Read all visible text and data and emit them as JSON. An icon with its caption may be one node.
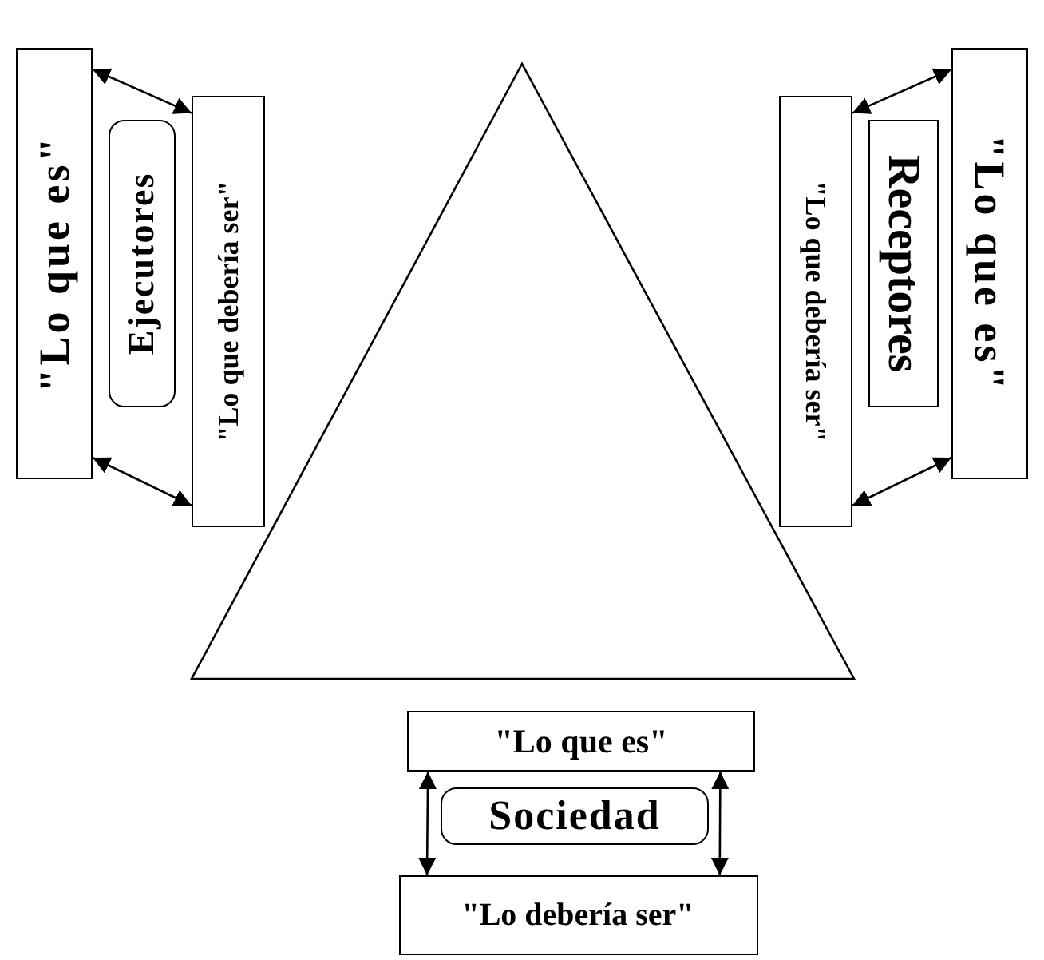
{
  "diagram": {
    "nodes": [
      {
        "text": [],
        "shape": "triangle"
      },
      {
        "text": [
          "\"Lo que es\""
        ]
      },
      {
        "text": [
          "Ejecutores"
        ]
      },
      {
        "text": [
          "\"Lo que debería ser\""
        ]
      },
      {
        "text": [
          "\"Lo que debería ser\""
        ]
      },
      {
        "text": [
          "Receptores"
        ]
      },
      {
        "text": [
          "\"Lo que es\""
        ]
      },
      {
        "text": [
          "\"Lo que es\""
        ]
      },
      {
        "text": [
          "Sociedad"
        ]
      },
      {
        "text": [
          "\"Lo debería ser\""
        ]
      }
    ],
    "edges": [
      {
        "from": 1,
        "to": 3,
        "arrow": "both"
      },
      {
        "from": 1,
        "to": 3,
        "arrow": "both"
      },
      {
        "from": 4,
        "to": 6,
        "arrow": "both"
      },
      {
        "from": 4,
        "to": 6,
        "arrow": "both"
      },
      {
        "from": 7,
        "to": 9,
        "arrow": "both"
      },
      {
        "from": 7,
        "to": 9,
        "arrow": "both"
      }
    ]
  }
}
